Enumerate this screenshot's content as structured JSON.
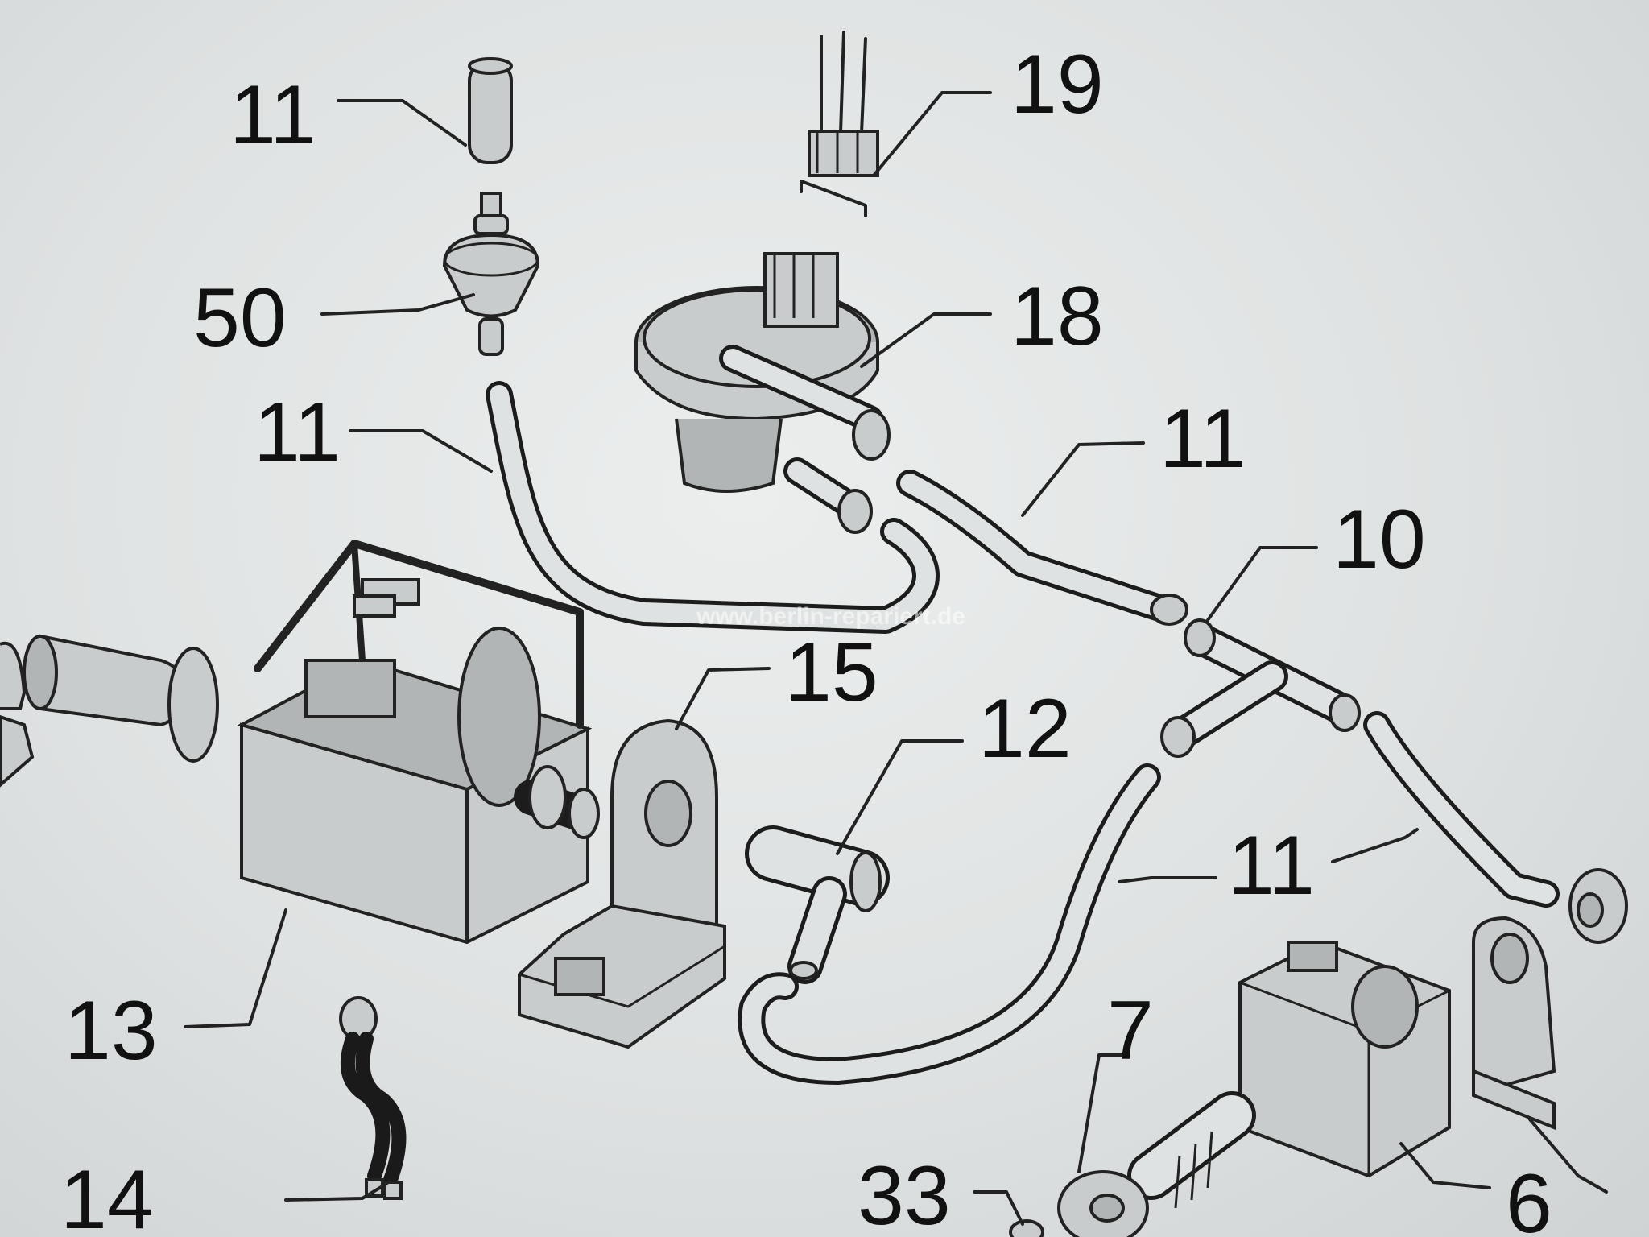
{
  "diagram": {
    "watermark": "www.berlin-repariert.de",
    "labels": [
      {
        "id": "lbl-11-top",
        "text": "11"
      },
      {
        "id": "lbl-19",
        "text": "19"
      },
      {
        "id": "lbl-50",
        "text": "50"
      },
      {
        "id": "lbl-18",
        "text": "18"
      },
      {
        "id": "lbl-11-left",
        "text": "11"
      },
      {
        "id": "lbl-11-right",
        "text": "11"
      },
      {
        "id": "lbl-10",
        "text": "10"
      },
      {
        "id": "lbl-15",
        "text": "15"
      },
      {
        "id": "lbl-12",
        "text": "12"
      },
      {
        "id": "lbl-11-lower",
        "text": "11"
      },
      {
        "id": "lbl-13",
        "text": "13"
      },
      {
        "id": "lbl-7",
        "text": "7"
      },
      {
        "id": "lbl-14",
        "text": "14"
      },
      {
        "id": "lbl-33",
        "text": "33"
      },
      {
        "id": "lbl-6",
        "text": "6"
      }
    ]
  }
}
